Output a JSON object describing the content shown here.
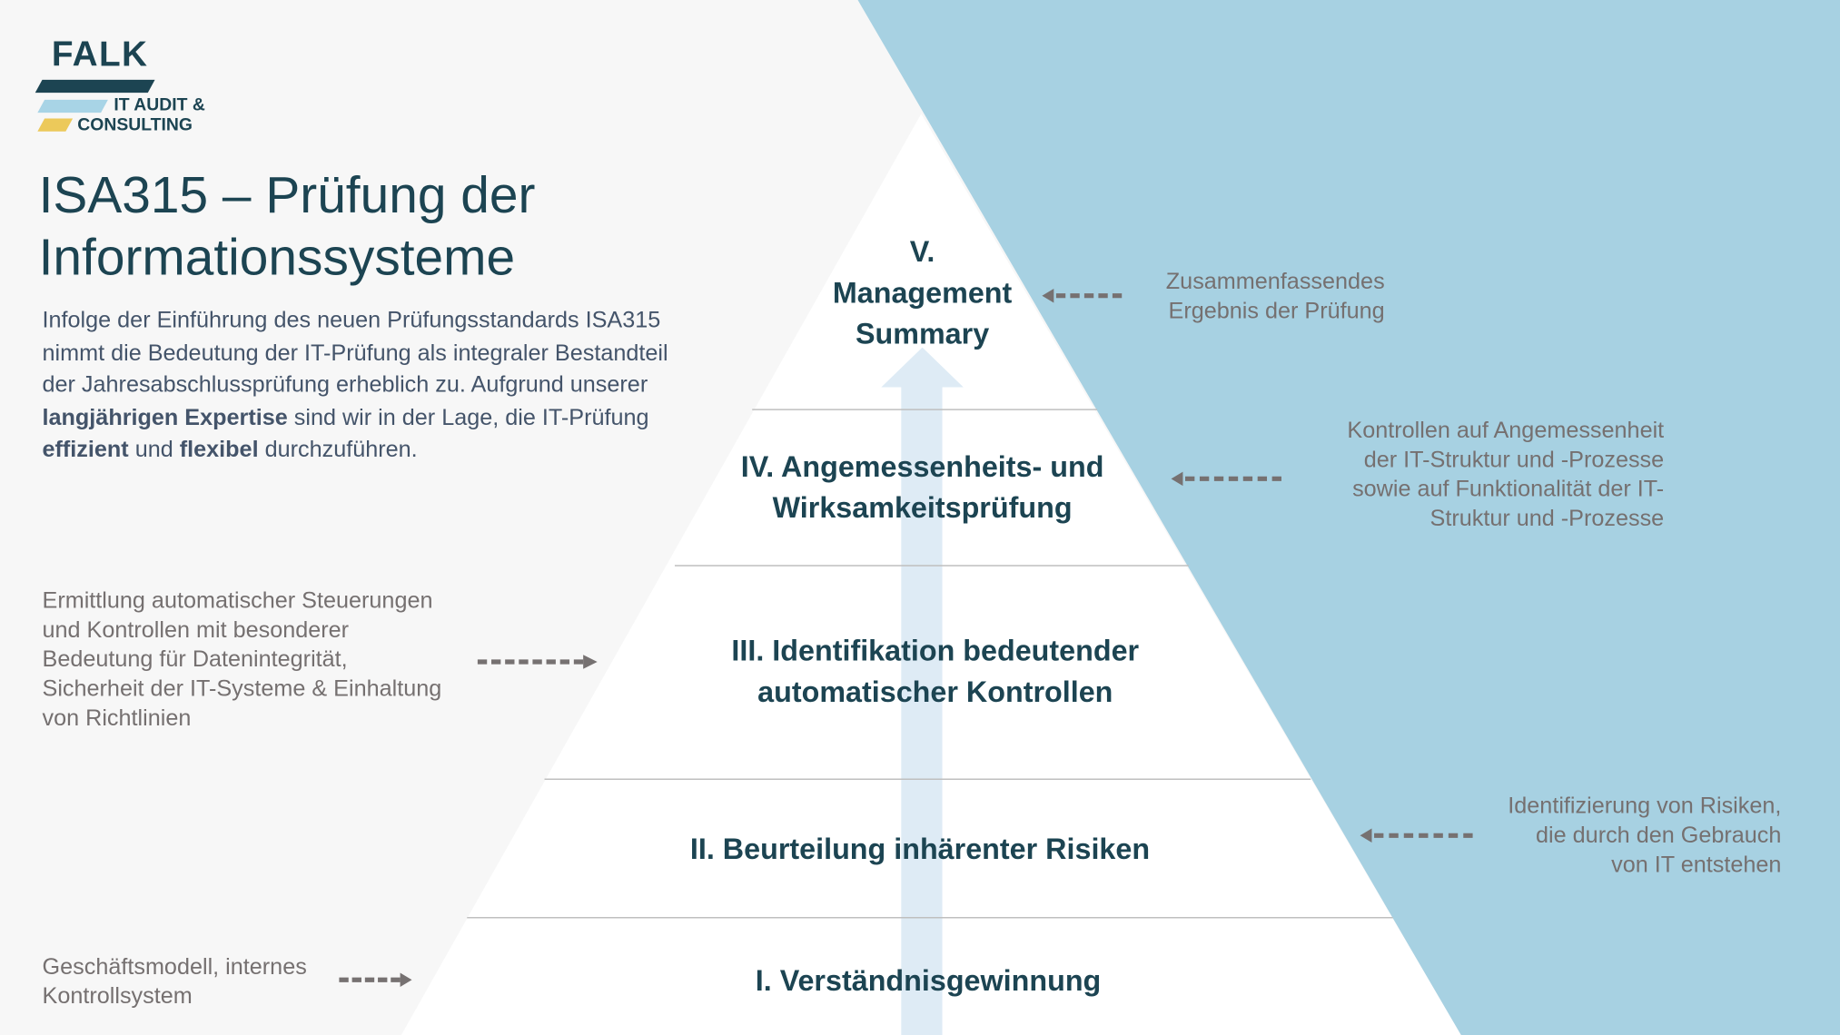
{
  "logo": {
    "word": "FALK",
    "sub_line1": "IT AUDIT &",
    "sub_line2": "CONSULTING",
    "colors": {
      "dark": "#1c4452",
      "light_blue": "#a8d4e6",
      "yellow": "#ecc95a"
    }
  },
  "title": {
    "line1": "ISA315 – Prüfung der",
    "line2": "Informationssysteme"
  },
  "intro": {
    "part1": "Infolge der Einführung des neuen Prüfungsstandards ISA315 nimmt die Bedeutung der IT-Prüfung als integraler Bestandteil der Jahresabschlussprüfung erheblich zu. Aufgrund unserer ",
    "bold1": "langjährigen Expertise",
    "part2": " sind wir in der Lage, die IT-Prüfung ",
    "bold2": "effizient",
    "part3": " und ",
    "bold3": "flexibel",
    "part4": " durchzuführen."
  },
  "pyramid": {
    "levels": [
      {
        "id": "V",
        "line1": "V.",
        "line2": "Management",
        "line3": "Summary"
      },
      {
        "id": "IV",
        "line1": "IV. Angemessenheits- und",
        "line2": "Wirksamkeitsprüfung"
      },
      {
        "id": "III",
        "line1": "III. Identifikation bedeutender",
        "line2": "automatischer Kontrollen"
      },
      {
        "id": "II",
        "line1": "II. Beurteilung inhärenter Risiken"
      },
      {
        "id": "I",
        "line1": "I. Verständnisgewinnung"
      }
    ],
    "colors": {
      "background_left": "#f7f7f7",
      "background_right": "#a7d1e2",
      "pyramid": "#ffffff",
      "arrow": "#deebf5",
      "text": "#1c4452"
    }
  },
  "annotations": {
    "level_V": {
      "line1": "Zusammenfassendes",
      "line2": "Ergebnis der Prüfung"
    },
    "level_IV": {
      "line1": "Kontrollen auf Angemessenheit",
      "line2": "der IT-Struktur und -Prozesse",
      "line3": "sowie auf Funktionalität der IT-",
      "line4": "Struktur und -Prozesse"
    },
    "level_III": {
      "line1": "Ermittlung automatischer Steuerungen",
      "line2": "und Kontrollen mit besonderer",
      "line3": "Bedeutung für Datenintegrität,",
      "line4": "Sicherheit der IT-Systeme & Einhaltung",
      "line5": "von Richtlinien"
    },
    "level_II": {
      "line1": "Identifizierung von Risiken,",
      "line2": "die durch den Gebrauch",
      "line3": "von IT entstehen"
    },
    "level_I": {
      "line1": "Geschäftsmodell, internes",
      "line2": "Kontrollsystem"
    }
  }
}
